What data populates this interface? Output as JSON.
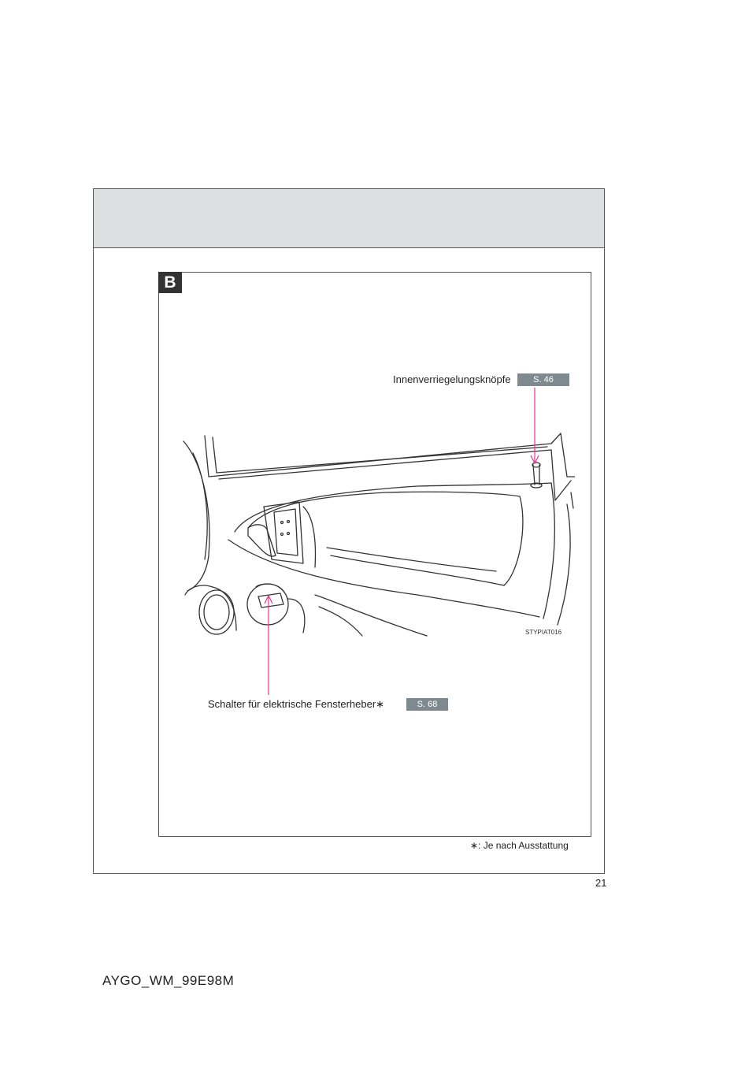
{
  "section": {
    "letter": "B"
  },
  "callouts": [
    {
      "label": "Innenverriegelungsknöpfe",
      "ref": "S. 46"
    },
    {
      "label": "Schalter für elektrische Fensterheber∗",
      "ref": "S. 68"
    }
  ],
  "figure": {
    "image_code": "STYPIAT016"
  },
  "footnote": "∗: Je nach Ausstattung",
  "page_number": "21",
  "doc_code": "AYGO_WM_99E98M",
  "colors": {
    "leader_line": "#e8358f",
    "header_band": "#dde0e0",
    "ref_badge": "#7f8a90",
    "tab": "#333333"
  }
}
